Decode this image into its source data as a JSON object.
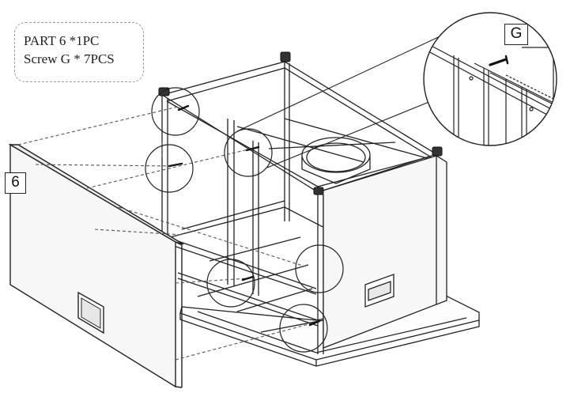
{
  "note": {
    "line1": "PART 6 *1PC",
    "line2": "Screw G * 7PCS"
  },
  "labels": {
    "part": "6",
    "screw": "G"
  },
  "colors": {
    "line": "#222222",
    "panel": "#f7f7f7",
    "dashed": "#555555",
    "note_border": "#9a9a9a"
  },
  "icons": {
    "screw": "screw-icon",
    "caster": "caster-icon",
    "magnifier": "zoom-callout"
  }
}
